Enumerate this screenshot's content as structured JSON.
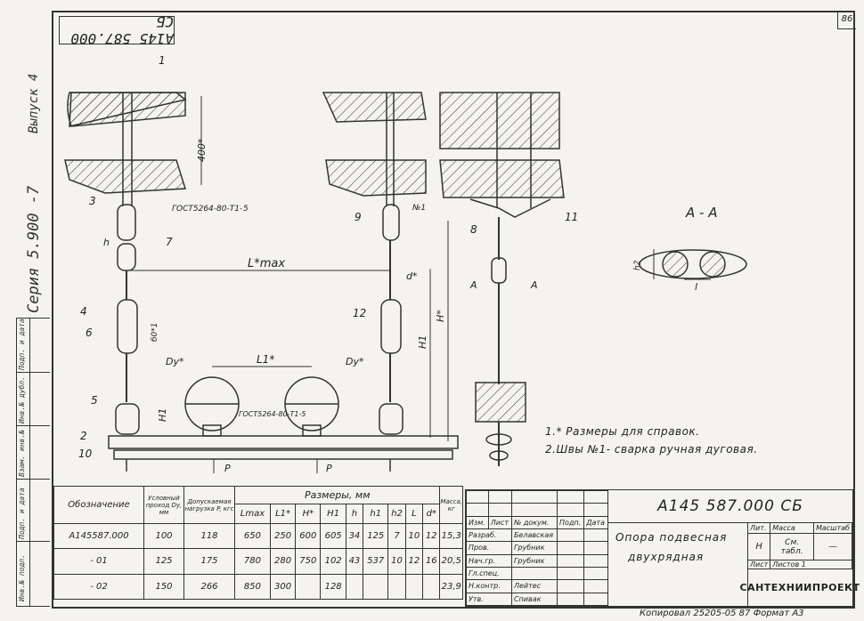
{
  "sheet": {
    "page_number": "86",
    "stamp_code": "А145 587.000 СБ",
    "series": "Серия  5.900 -7",
    "issue": "Выпуск 4",
    "side_labels": [
      "Инв.№ подл.",
      "Подп. и дата",
      "Взам. инв.№",
      "Инв.№ дубл.",
      "Подп. и дата"
    ]
  },
  "drawing": {
    "callouts": [
      "1",
      "3",
      "7",
      "4",
      "6",
      "5",
      "2",
      "10",
      "9",
      "12",
      "8",
      "11"
    ],
    "weld_mark": "№1",
    "gost_top": "ГОСТ5264-80-Т1-",
    "gost_top_num": "5",
    "gost_clamp": "ГОСТ5264-80-Т1-5",
    "dim_400": "400*",
    "dim_h": "h",
    "dim_b01": "б0*1",
    "dim_lmax": "L*max",
    "dim_l1": "L1*",
    "dim_dy_left": "Dy*",
    "dim_dy_right": "Dy*",
    "dim_d": "d*",
    "dim_H": "H*",
    "dim_H1_left": "H1",
    "dim_H1_right": "H1",
    "force_left": "P",
    "force_right": "P",
    "section_mark_left": "А",
    "section_mark_right": "А",
    "section_title": "А - А",
    "section_h2": "h2",
    "section_l": "l"
  },
  "notes": [
    "1.* Размеры для справок.",
    "2.Швы №1- сварка ручная дуговая."
  ],
  "spec_table": {
    "header_designation": "Обозначение",
    "header_dy": "Условный проход Dу, мм",
    "header_load": "Допускаемая нагрузка P, кгс",
    "header_sizes": "Размеры, мм",
    "header_mass": "Масса, кг",
    "sub_headers": [
      "Lmax",
      "L1*",
      "H*",
      "H1",
      "h",
      "h1",
      "h2",
      "L",
      "d*"
    ],
    "rows": [
      {
        "designation": "А145587.000",
        "dy": "100",
        "load": "118",
        "lmax": "650",
        "l1": "250",
        "h": "600",
        "h1": "605",
        "hh": "34",
        "hh1": "125",
        "h2": "7",
        "L": "10",
        "d": "12",
        "mass": "15,3"
      },
      {
        "designation": "- 01",
        "dy": "125",
        "load": "175",
        "lmax": "780",
        "l1": "280",
        "h": "750",
        "h1": "102",
        "hh": "43",
        "hh1": "537",
        "h2": "10",
        "L": "12",
        "d": "16",
        "mass": "20,5"
      },
      {
        "designation": "- 02",
        "dy": "150",
        "load": "266",
        "lmax": "850",
        "l1": "300",
        "h": "",
        "h1": "128",
        "hh": "",
        "hh1": "",
        "h2": "",
        "L": "",
        "d": "",
        "mass": "23,9"
      }
    ]
  },
  "title_block": {
    "code": "А145 587.000 СБ",
    "name_line1": "Опора  подвесная",
    "name_line2": "двухрядная",
    "lit_label": "Лит.",
    "mass_label": "Масса",
    "scale_label": "Масштаб",
    "lit_value": "Н",
    "mass_value": "См. табл.",
    "scale_value": "—",
    "sheet_label": "Лист",
    "sheets_label": "Листов 1",
    "org": "САНТЕХНИИПРОЕКТ",
    "roles": [
      {
        "role": "Разраб.",
        "name": "Белавская"
      },
      {
        "role": "Пров.",
        "name": "Грубник"
      },
      {
        "role": "Нач.гр.",
        "name": "Грубник"
      },
      {
        "role": "Гл.спец.",
        "name": ""
      },
      {
        "role": "Н.контр.",
        "name": "Лейтес"
      },
      {
        "role": "Утв.",
        "name": "Спивак"
      }
    ],
    "col_headers": [
      "Изм.",
      "Лист",
      "№ докум.",
      "Подп.",
      "Дата"
    ]
  },
  "footer": {
    "copied": "Копировал",
    "order": "25205-05",
    "format": "87 Формат А3"
  }
}
